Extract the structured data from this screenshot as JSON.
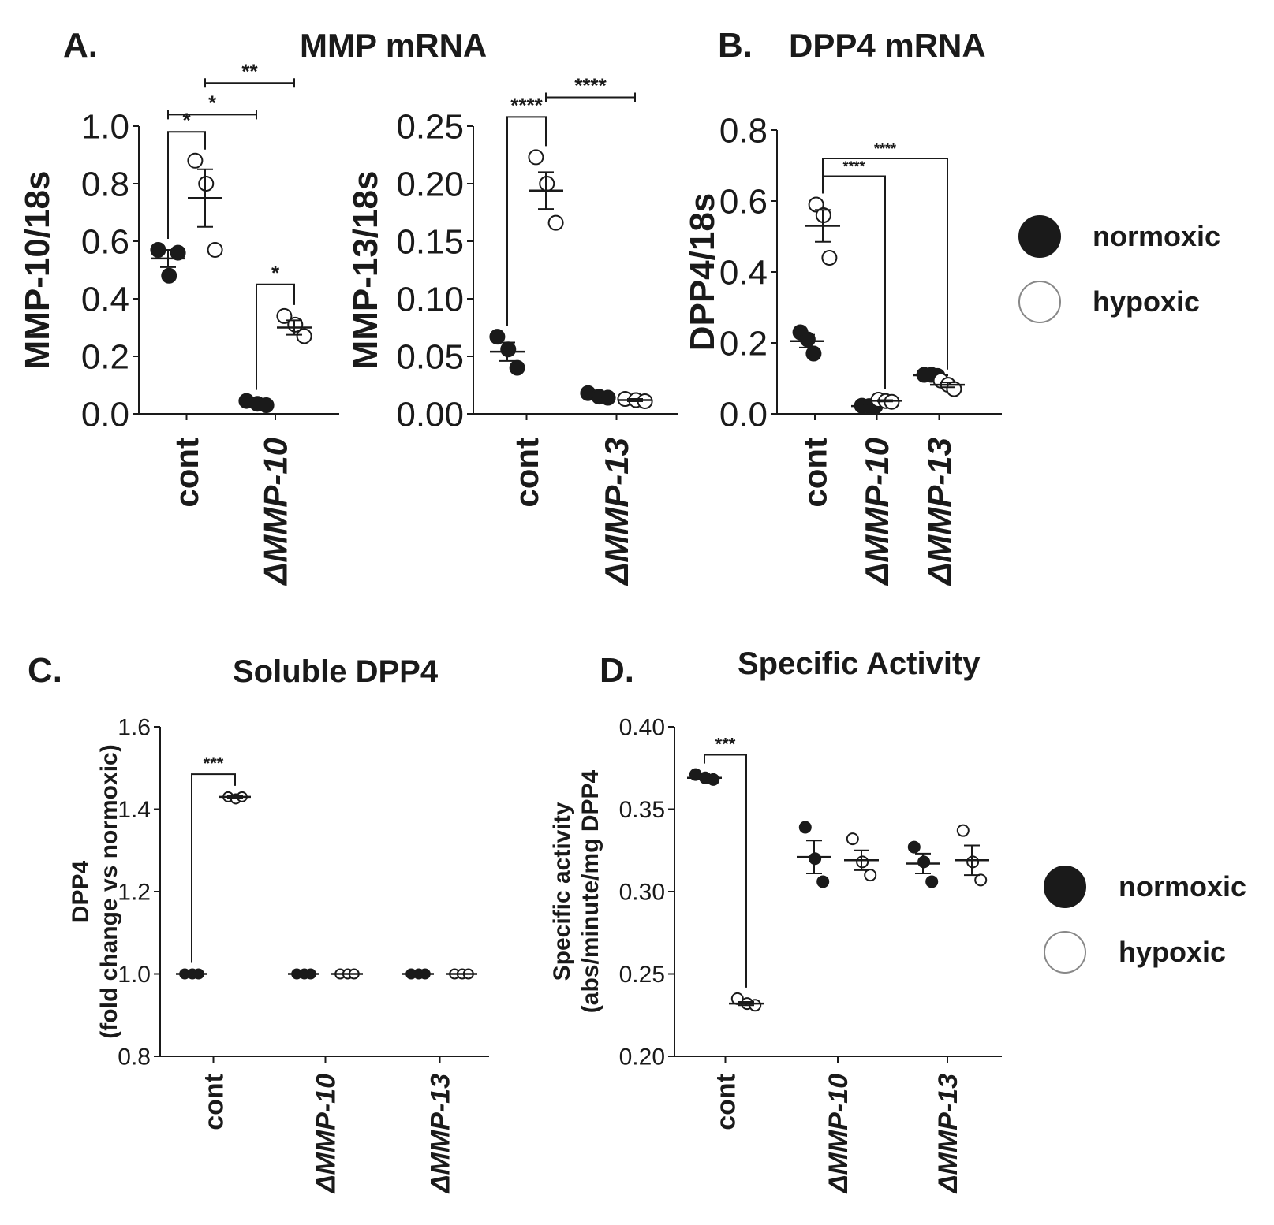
{
  "figure": {
    "panel_a_letter": "A.",
    "panel_a_title": "MMP mRNA",
    "panel_b_letter": "B.",
    "panel_b_title": "DPP4 mRNA",
    "panel_c_letter": "C.",
    "panel_c_title": "Soluble DPP4",
    "panel_d_letter": "D.",
    "panel_d_title": "Specific Activity"
  },
  "legend": {
    "normoxic": "normoxic",
    "hypoxic": "hypoxic",
    "normoxic_color": "#1a1a1a",
    "hypoxic_color": "#ffffff"
  },
  "chart_data": [
    {
      "id": "mmp10",
      "type": "scatter",
      "title": "",
      "ylabel": "MMP-10/18s",
      "ylim": [
        0,
        1.0
      ],
      "yticks": [
        "0.0",
        "0.2",
        "0.4",
        "0.6",
        "0.8",
        "1.0"
      ],
      "categories": [
        "cont",
        "ΔMMP-10"
      ],
      "series": [
        {
          "name": "normoxic",
          "groups": [
            {
              "points": [
                0.57,
                0.48,
                0.56
              ],
              "mean": 0.54,
              "sem": 0.03
            },
            {
              "points": [
                0.045,
                0.035,
                0.03
              ],
              "mean": 0.035,
              "sem": 0.005
            }
          ]
        },
        {
          "name": "hypoxic",
          "groups": [
            {
              "points": [
                0.88,
                0.8,
                0.57
              ],
              "mean": 0.75,
              "sem": 0.1
            },
            {
              "points": [
                0.34,
                0.31,
                0.27
              ],
              "mean": 0.3,
              "sem": 0.025
            }
          ]
        }
      ],
      "significance": [
        {
          "label": "*",
          "from": [
            0,
            0
          ],
          "to": [
            0,
            1
          ],
          "y": 0.98,
          "style": "bracket"
        },
        {
          "label": "*",
          "from": [
            0,
            0
          ],
          "to": [
            1,
            0
          ],
          "y": 1.04,
          "style": "bar"
        },
        {
          "label": "**",
          "from": [
            0,
            1
          ],
          "to": [
            1,
            1
          ],
          "y": 1.15,
          "style": "bar"
        },
        {
          "label": "*",
          "from": [
            1,
            0
          ],
          "to": [
            1,
            1
          ],
          "y": 0.45,
          "style": "bracket"
        }
      ]
    },
    {
      "id": "mmp13",
      "type": "scatter",
      "title": "",
      "ylabel": "MMP-13/18s",
      "ylim": [
        0,
        0.25
      ],
      "yticks": [
        "0.00",
        "0.05",
        "0.10",
        "0.15",
        "0.20",
        "0.25"
      ],
      "categories": [
        "cont",
        "ΔMMP-13"
      ],
      "series": [
        {
          "name": "normoxic",
          "groups": [
            {
              "points": [
                0.067,
                0.056,
                0.04
              ],
              "mean": 0.054,
              "sem": 0.008
            },
            {
              "points": [
                0.018,
                0.015,
                0.014
              ],
              "mean": 0.016,
              "sem": 0.001
            }
          ]
        },
        {
          "name": "hypoxic",
          "groups": [
            {
              "points": [
                0.223,
                0.2,
                0.166
              ],
              "mean": 0.194,
              "sem": 0.016
            },
            {
              "points": [
                0.013,
                0.012,
                0.011
              ],
              "mean": 0.012,
              "sem": 0.001
            }
          ]
        }
      ],
      "significance": [
        {
          "label": "****",
          "from": [
            0,
            0
          ],
          "to": [
            0,
            1
          ],
          "y": 0.258,
          "style": "bracket"
        },
        {
          "label": "****",
          "from": [
            0,
            1
          ],
          "to": [
            1,
            1
          ],
          "y": 0.275,
          "style": "bar"
        }
      ]
    },
    {
      "id": "dpp4mrna",
      "type": "scatter",
      "title": "",
      "ylabel": "DPP4/18s",
      "ylim": [
        0,
        0.8
      ],
      "yticks": [
        "0.0",
        "0.2",
        "0.4",
        "0.6",
        "0.8"
      ],
      "categories": [
        "cont",
        "ΔMMP-10",
        "ΔMMP-13"
      ],
      "series": [
        {
          "name": "normoxic",
          "groups": [
            {
              "points": [
                0.23,
                0.21,
                0.17
              ],
              "mean": 0.205,
              "sem": 0.018
            },
            {
              "points": [
                0.023,
                0.022,
                0.021
              ],
              "mean": 0.022,
              "sem": 0.001
            },
            {
              "points": [
                0.11,
                0.11,
                0.107
              ],
              "mean": 0.109,
              "sem": 0.002
            }
          ]
        },
        {
          "name": "hypoxic",
          "groups": [
            {
              "points": [
                0.59,
                0.56,
                0.44
              ],
              "mean": 0.53,
              "sem": 0.045
            },
            {
              "points": [
                0.04,
                0.036,
                0.034
              ],
              "mean": 0.037,
              "sem": 0.002
            },
            {
              "points": [
                0.094,
                0.082,
                0.07
              ],
              "mean": 0.082,
              "sem": 0.007
            }
          ]
        }
      ],
      "significance": [
        {
          "label": "****",
          "from": [
            0,
            1
          ],
          "to": [
            1,
            1
          ],
          "y": 0.67,
          "style": "bracket-right"
        },
        {
          "label": "****",
          "from": [
            0,
            1
          ],
          "to": [
            2,
            1
          ],
          "y": 0.72,
          "style": "bracket-right"
        }
      ]
    },
    {
      "id": "solubledpp4",
      "type": "scatter",
      "title": "",
      "ylabel": "DPP4",
      "ylabel2": "(fold change vs normoxic)",
      "ylim": [
        0.8,
        1.6
      ],
      "yticks": [
        "0.8",
        "1.0",
        "1.2",
        "1.4",
        "1.6"
      ],
      "categories": [
        "cont",
        "ΔMMP-10",
        "ΔMMP-13"
      ],
      "series": [
        {
          "name": "normoxic",
          "groups": [
            {
              "points": [
                1.0,
                1.0,
                1.0
              ],
              "mean": 1.0,
              "sem": 0
            },
            {
              "points": [
                1.0,
                1.0,
                1.0
              ],
              "mean": 1.0,
              "sem": 0
            },
            {
              "points": [
                1.0,
                1.0,
                1.0
              ],
              "mean": 1.0,
              "sem": 0
            }
          ]
        },
        {
          "name": "hypoxic",
          "groups": [
            {
              "points": [
                1.43,
                1.425,
                1.43
              ],
              "mean": 1.43,
              "sem": 0.003
            },
            {
              "points": [
                1.0,
                1.0,
                1.0
              ],
              "mean": 1.0,
              "sem": 0
            },
            {
              "points": [
                1.0,
                1.0,
                1.0
              ],
              "mean": 1.0,
              "sem": 0
            }
          ]
        }
      ],
      "significance": [
        {
          "label": "***",
          "from": [
            0,
            0
          ],
          "to": [
            0,
            1
          ],
          "y": 1.485,
          "style": "bracket"
        }
      ]
    },
    {
      "id": "specificactivity",
      "type": "scatter",
      "title": "",
      "ylabel": "Specific activity",
      "ylabel2": "(abs/minute/mg DPP4",
      "ylim": [
        0.2,
        0.4
      ],
      "yticks": [
        "0.20",
        "0.25",
        "0.30",
        "0.35",
        "0.40"
      ],
      "categories": [
        "cont",
        "ΔMMP-10",
        "ΔMMP-13"
      ],
      "series": [
        {
          "name": "normoxic",
          "groups": [
            {
              "points": [
                0.371,
                0.369,
                0.368
              ],
              "mean": 0.369,
              "sem": 0.001
            },
            {
              "points": [
                0.339,
                0.32,
                0.306
              ],
              "mean": 0.321,
              "sem": 0.01
            },
            {
              "points": [
                0.327,
                0.318,
                0.306
              ],
              "mean": 0.317,
              "sem": 0.006
            }
          ]
        },
        {
          "name": "hypoxic",
          "groups": [
            {
              "points": [
                0.235,
                0.232,
                0.231
              ],
              "mean": 0.232,
              "sem": 0.001
            },
            {
              "points": [
                0.332,
                0.318,
                0.31
              ],
              "mean": 0.319,
              "sem": 0.006
            },
            {
              "points": [
                0.337,
                0.318,
                0.307
              ],
              "mean": 0.319,
              "sem": 0.009
            }
          ]
        }
      ],
      "significance": [
        {
          "label": "***",
          "from": [
            0,
            0
          ],
          "to": [
            0,
            1
          ],
          "y": 0.383,
          "style": "bracket-down"
        }
      ]
    }
  ]
}
